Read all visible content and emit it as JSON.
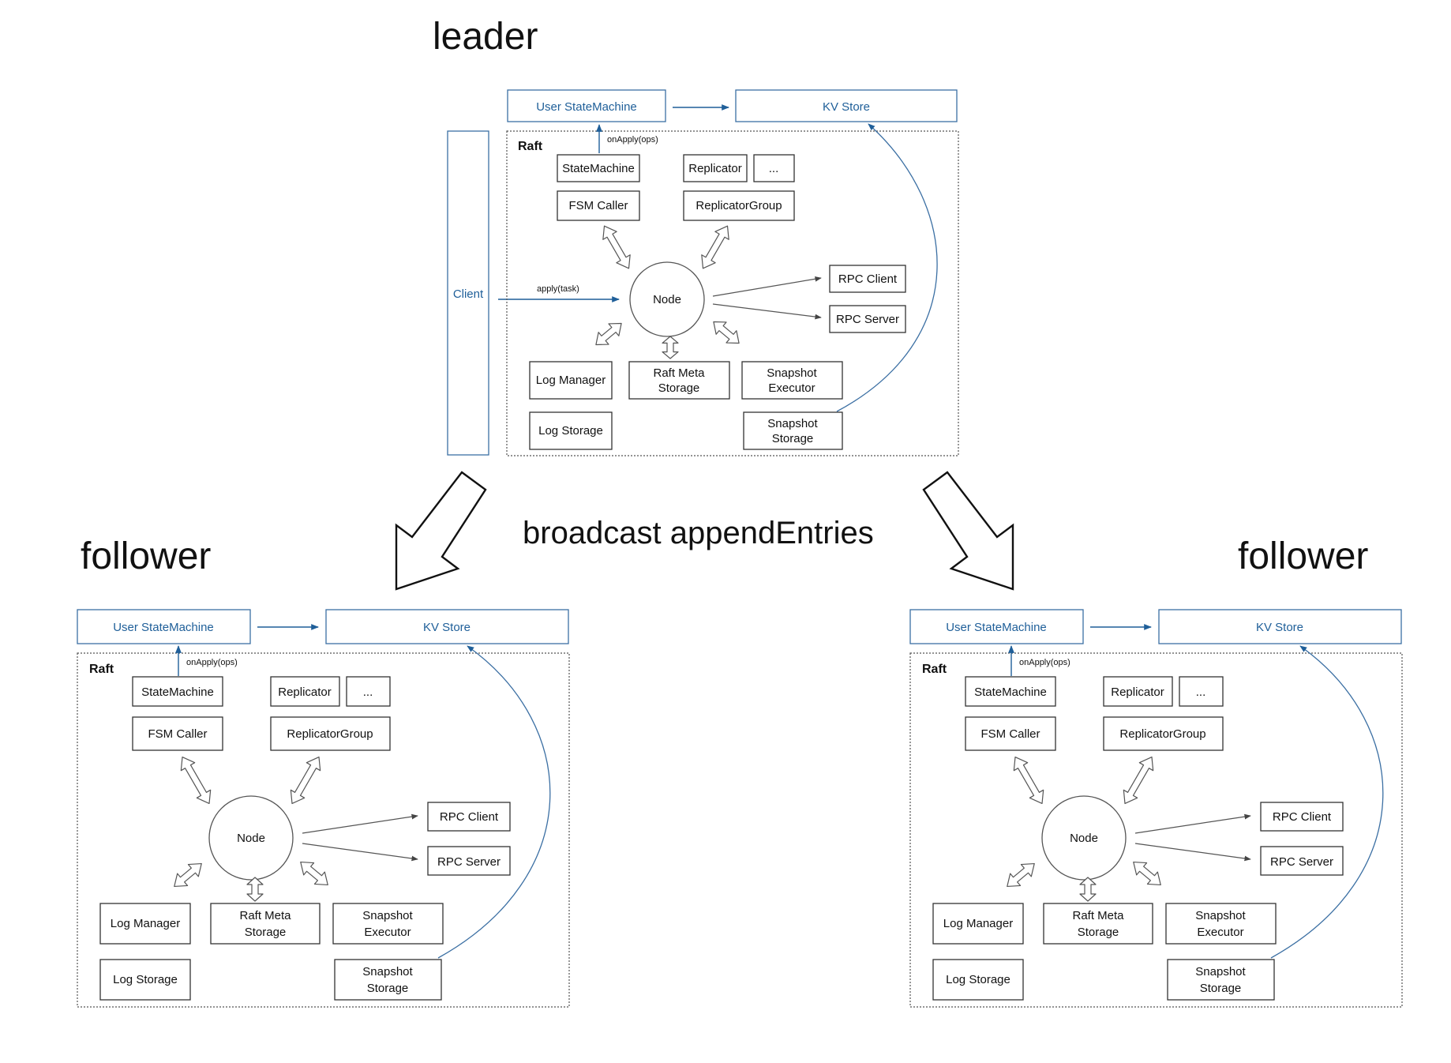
{
  "titles": {
    "leader": "leader",
    "follower_left": "follower",
    "follower_right": "follower",
    "broadcast": "broadcast appendEntries"
  },
  "leader": {
    "client": "Client",
    "apply_task": "apply(task)",
    "user_state_machine": "User StateMachine",
    "kv_store": "KV Store",
    "raft": "Raft",
    "on_apply": "onApply(ops)",
    "state_machine": "StateMachine",
    "fsm_caller": "FSM Caller",
    "replicator": "Replicator",
    "ellipsis": "...",
    "replicator_group": "ReplicatorGroup",
    "node": "Node",
    "rpc_client": "RPC Client",
    "rpc_server": "RPC Server",
    "log_manager": "Log Manager",
    "raft_meta_storage_1": "Raft Meta",
    "raft_meta_storage_2": "Storage",
    "snapshot_executor_1": "Snapshot",
    "snapshot_executor_2": "Executor",
    "log_storage": "Log Storage",
    "snapshot_storage_1": "Snapshot",
    "snapshot_storage_2": "Storage"
  },
  "follower_left": {
    "user_state_machine": "User StateMachine",
    "kv_store": "KV Store",
    "raft": "Raft",
    "on_apply": "onApply(ops)",
    "state_machine": "StateMachine",
    "fsm_caller": "FSM Caller",
    "replicator": "Replicator",
    "ellipsis": "...",
    "replicator_group": "ReplicatorGroup",
    "node": "Node",
    "rpc_client": "RPC Client",
    "rpc_server": "RPC Server",
    "log_manager": "Log Manager",
    "raft_meta_storage_1": "Raft Meta",
    "raft_meta_storage_2": "Storage",
    "snapshot_executor_1": "Snapshot",
    "snapshot_executor_2": "Executor",
    "log_storage": "Log Storage",
    "snapshot_storage_1": "Snapshot",
    "snapshot_storage_2": "Storage"
  },
  "follower_right": {
    "user_state_machine": "User StateMachine",
    "kv_store": "KV Store",
    "raft": "Raft",
    "on_apply": "onApply(ops)",
    "state_machine": "StateMachine",
    "fsm_caller": "FSM Caller",
    "replicator": "Replicator",
    "ellipsis": "...",
    "replicator_group": "ReplicatorGroup",
    "node": "Node",
    "rpc_client": "RPC Client",
    "rpc_server": "RPC Server",
    "log_manager": "Log Manager",
    "raft_meta_storage_1": "Raft Meta",
    "raft_meta_storage_2": "Storage",
    "snapshot_executor_1": "Snapshot",
    "snapshot_executor_2": "Executor",
    "log_storage": "Log Storage",
    "snapshot_storage_1": "Snapshot",
    "snapshot_storage_2": "Storage"
  },
  "colors": {
    "accent_blue": "#1f5f99",
    "line_gray": "#555555",
    "text": "#111111"
  }
}
